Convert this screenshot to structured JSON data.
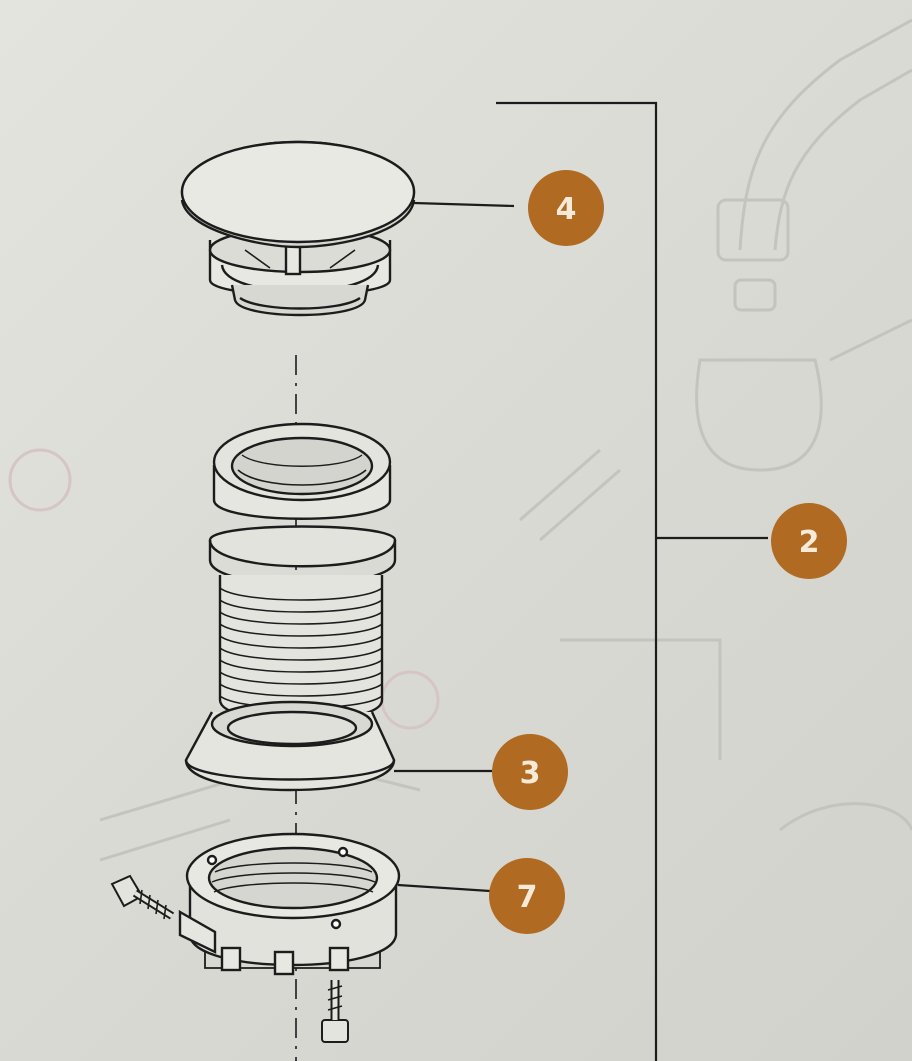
{
  "callouts": [
    {
      "label": "4",
      "part": "drain-cap"
    },
    {
      "label": "2",
      "part": "drain-assembly"
    },
    {
      "label": "3",
      "part": "flange-cone"
    },
    {
      "label": "7",
      "part": "lock-nut"
    }
  ],
  "colors": {
    "badge": "#b06a22",
    "badge_text": "#f6ead8",
    "ink": "#1c1c1c",
    "paper": "#dcdcd6",
    "ghost": "#bfbfba"
  }
}
